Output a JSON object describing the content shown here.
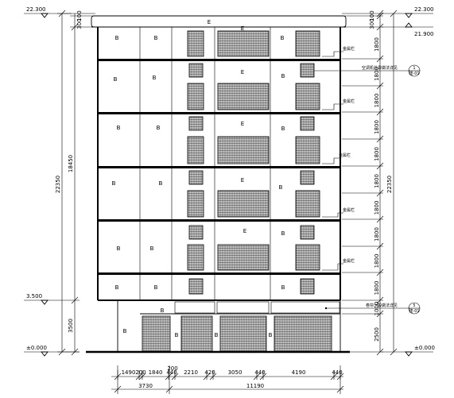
{
  "elevations": {
    "top_left": "22.300",
    "top_right": "22.300",
    "right_sub": "21.900",
    "mid_left": "3.500",
    "ground_left": "±0.000",
    "ground_right": "±0.000"
  },
  "vertical_dims": {
    "left_top_small": [
      "100",
      "300"
    ],
    "left_main": "18450",
    "left_total": "22350",
    "left_base": "3500",
    "right_total": "22350",
    "right_stack": [
      "100",
      "300",
      "1800",
      "1800",
      "1800",
      "1800",
      "1800",
      "1800",
      "1800",
      "1800",
      "1800",
      "1800",
      "1000",
      "2500"
    ]
  },
  "horizontal_dims": {
    "row1": [
      "1490",
      "200",
      "1840",
      "440",
      "2210",
      "420",
      "3050",
      "440",
      "4190",
      "440"
    ],
    "small_above": "200",
    "row2": [
      "3730",
      "11190"
    ]
  },
  "labels": {
    "window_b": "B",
    "panel_e": "E",
    "roof_e": "E",
    "wall_notes": [
      "金属栏",
      "金属栏",
      "金属栏",
      "金属栏",
      "金属栏"
    ],
    "callout_1_text": "空调机外罩做法详见",
    "callout_1_num": "1",
    "callout_1_sheet": "建-01",
    "callout_2_text": "卷帘一般做法详见",
    "callout_2_num": "5",
    "callout_2_sheet": "建-01"
  }
}
